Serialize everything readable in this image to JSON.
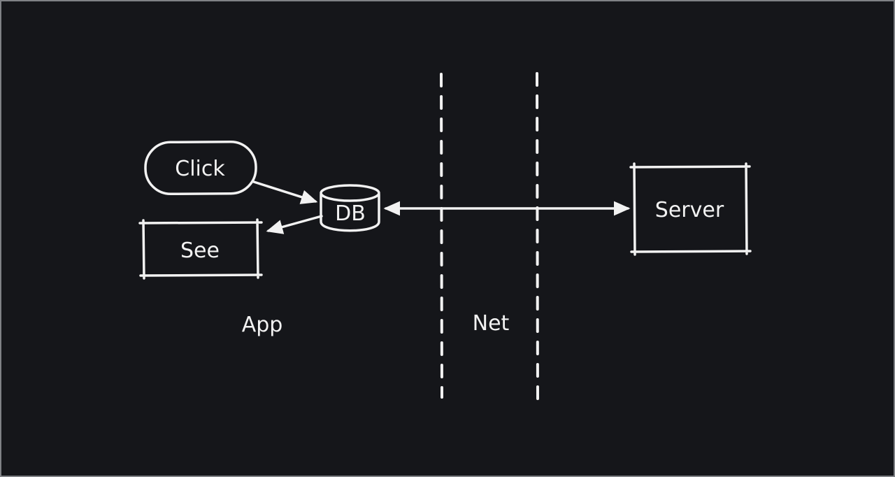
{
  "canvas": {
    "background": "#15161a",
    "border_color": "#7f8185",
    "stroke_color": "#f2f2f2",
    "style": "hand-drawn-dark"
  },
  "nodes": {
    "click": {
      "label": "Click",
      "shape": "stadium"
    },
    "db": {
      "label": "DB",
      "shape": "cylinder"
    },
    "see": {
      "label": "See",
      "shape": "rectangle"
    },
    "server": {
      "label": "Server",
      "shape": "rectangle"
    }
  },
  "zones": {
    "app": {
      "label": "App"
    },
    "net": {
      "label": "Net"
    }
  },
  "edges": [
    {
      "from": "Click",
      "to": "DB",
      "direction": "one-way"
    },
    {
      "from": "DB",
      "to": "See",
      "direction": "one-way"
    },
    {
      "from": "DB",
      "to": "Server",
      "direction": "two-way"
    }
  ],
  "separators": [
    {
      "orientation": "vertical",
      "style": "dashed",
      "position": "left-of-net"
    },
    {
      "orientation": "vertical",
      "style": "dashed",
      "position": "right-of-net"
    }
  ]
}
